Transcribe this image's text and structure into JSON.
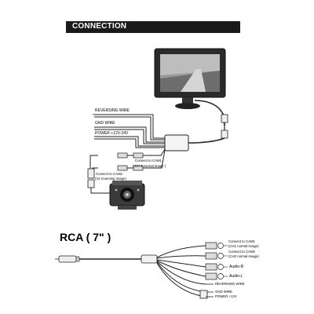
{
  "header": {
    "title": "CONNECTION"
  },
  "top_diagram": {
    "labels": {
      "reversing_wire": "REVERSING WIRE",
      "gnd_wire": "GND WIRE",
      "power": "POWER +12V-24V",
      "cam1_line1": "Connect to CAM1",
      "cam1_line2": "( CH 1 normal image )",
      "cam2_line1": "Connect to CAM2",
      "cam2_line2": "(V2 reversing image)"
    }
  },
  "bottom_diagram": {
    "title": "RCA ( 7\" )",
    "labels": {
      "cam1_line1": "Connect to CAM1",
      "cam1_line2": "(CH1 normal image)",
      "cam2_line1": "Connect to CAM2",
      "cam2_line2": "(CH2 normal image)",
      "audio_r": "Audio-R",
      "audio_l": "Audio-L",
      "reversing_wire": "REVERSING WIRE",
      "gnd_wire": "GND WIRE",
      "power": "POWER +12V"
    }
  },
  "colors": {
    "header_bg": "#1a1a1a",
    "header_text": "#ffffff",
    "line": "#222222"
  }
}
